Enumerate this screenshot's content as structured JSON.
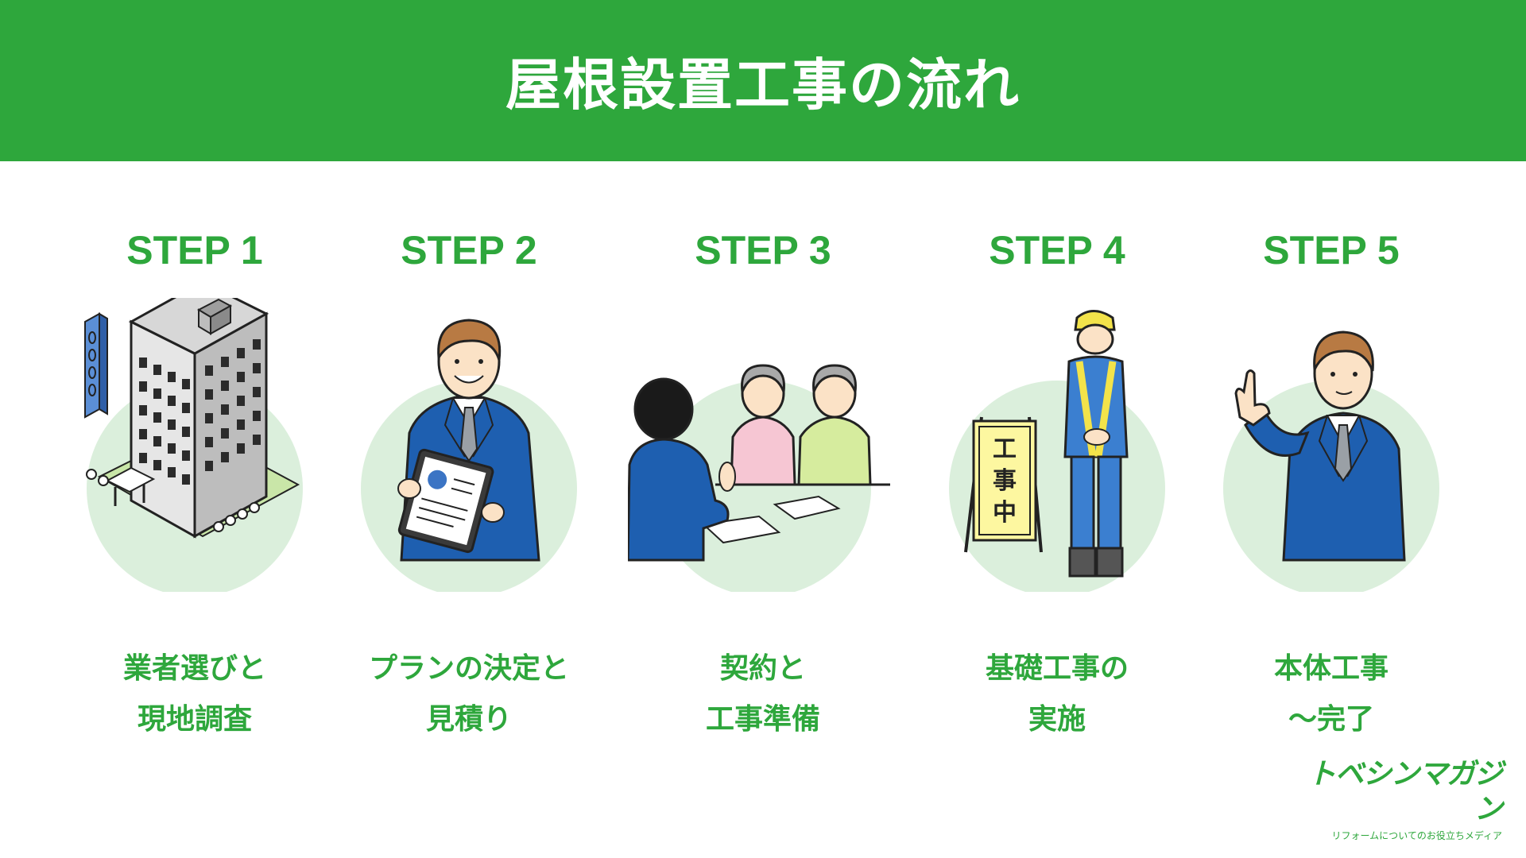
{
  "header": {
    "title": "屋根設置工事の流れ"
  },
  "colors": {
    "brand_green": "#2ea73c",
    "circle_green": "#dbefdc",
    "suit_blue": "#1e5fb0"
  },
  "steps": [
    {
      "label": "STEP 1",
      "line1": "業者選びと",
      "line2": "現地調査",
      "icon": "office-building-icon"
    },
    {
      "label": "STEP 2",
      "line1": "プランの決定と",
      "line2": "見積り",
      "icon": "salesman-with-tablet-icon"
    },
    {
      "label": "STEP 3",
      "line1": "契約と",
      "line2": "工事準備",
      "icon": "meeting-icon"
    },
    {
      "label": "STEP 4",
      "line1": "基礎工事の",
      "line2": "実施",
      "icon": "construction-worker-icon"
    },
    {
      "label": "STEP 5",
      "line1": "本体工事",
      "line2": "〜完了",
      "icon": "businessman-pointing-icon"
    }
  ],
  "sign": {
    "text1": "工",
    "text2": "事",
    "text3": "中"
  },
  "logo": {
    "name": "トベシンマガジン",
    "tagline": "リフォームについてのお役立ちメディア"
  }
}
